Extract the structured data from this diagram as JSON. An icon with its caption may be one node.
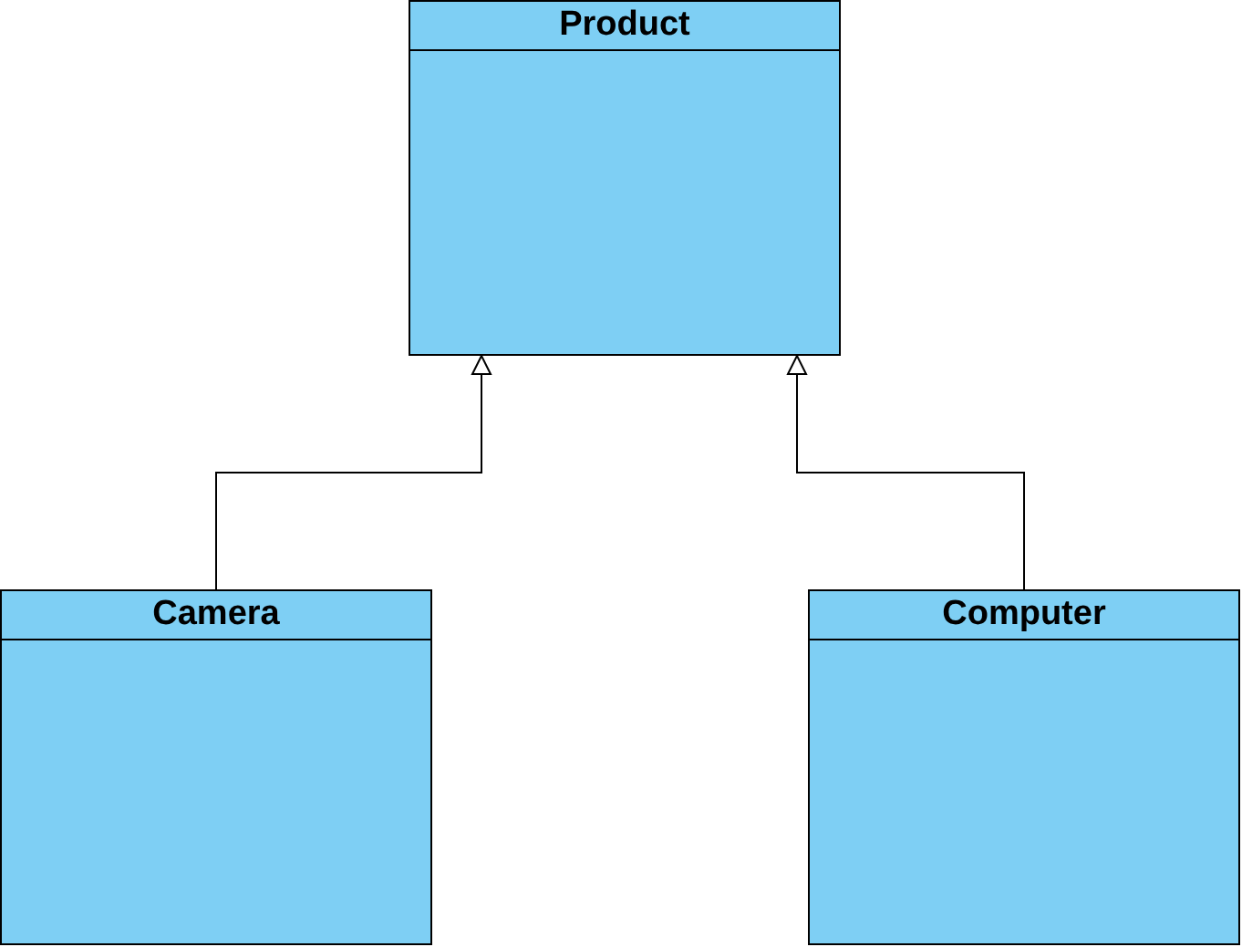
{
  "diagram": {
    "nodes": [
      {
        "text": [
          "Product"
        ]
      },
      {
        "text": [
          "Camera"
        ]
      },
      {
        "text": [
          "Computer"
        ]
      }
    ],
    "edges": [
      {
        "from": 1,
        "to": 0,
        "arrow": "to"
      },
      {
        "from": 2,
        "to": 0,
        "arrow": "to"
      }
    ]
  }
}
